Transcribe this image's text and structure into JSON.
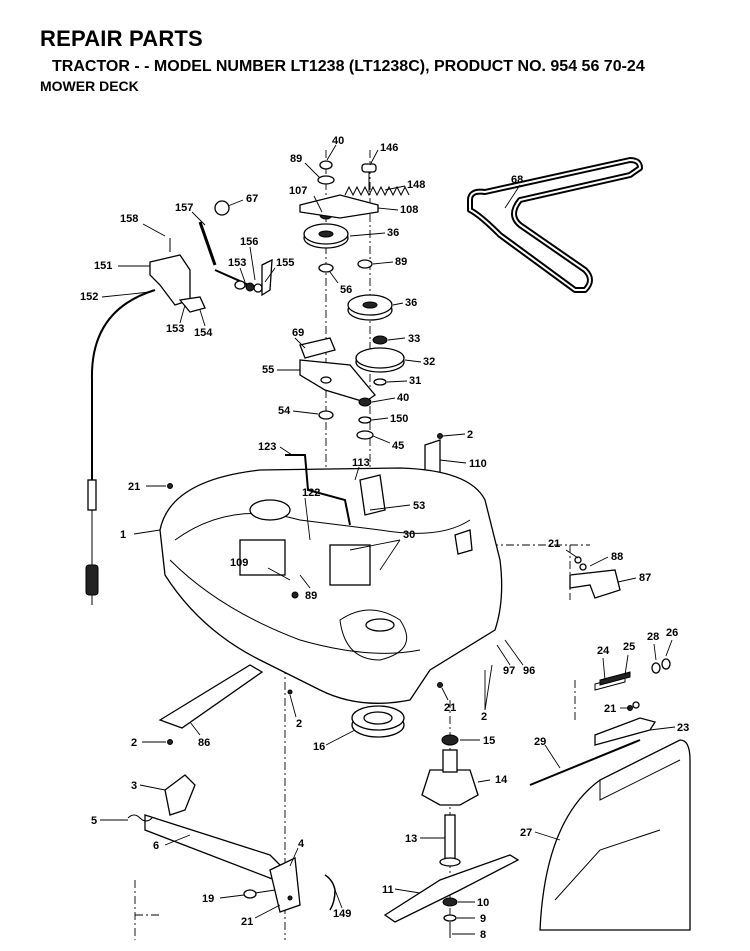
{
  "header": {
    "title": "REPAIR PARTS",
    "subtitle": "TRACTOR - - MODEL NUMBER LT1238 (LT1238C), PRODUCT NO. 954 56 70-24",
    "section": "MOWER DECK"
  },
  "callouts": {
    "c40a": "40",
    "c146": "146",
    "c89a": "89",
    "c148": "148",
    "c68": "68",
    "c107": "107",
    "c108": "108",
    "c67": "67",
    "c157": "157",
    "c158": "158",
    "c36a": "36",
    "c156": "156",
    "c151": "151",
    "c153a": "153",
    "c155": "155",
    "c89b": "89",
    "c56": "56",
    "c152": "152",
    "c153b": "153",
    "c154": "154",
    "c36b": "36",
    "c69": "69",
    "c33": "33",
    "c55": "55",
    "c32": "32",
    "c31": "31",
    "c40b": "40",
    "c54": "54",
    "c150": "150",
    "c45": "45",
    "c2a": "2",
    "c123": "123",
    "c113": "113",
    "c110": "110",
    "c21a": "21",
    "c122": "122",
    "c53": "53",
    "c1": "1",
    "c30": "30",
    "c21b": "21",
    "c88": "88",
    "c109": "109",
    "c87": "87",
    "c89c": "89",
    "c28": "28",
    "c26": "26",
    "c24": "24",
    "c25": "25",
    "c97": "97",
    "c96": "96",
    "c21c": "21",
    "c2b": "2",
    "c21d": "21",
    "c23": "23",
    "c2c": "2",
    "c86": "86",
    "c2d": "2",
    "c16": "16",
    "c15": "15",
    "c29": "29",
    "c3": "3",
    "c14": "14",
    "c5": "5",
    "c6": "6",
    "c27": "27",
    "c4": "4",
    "c13": "13",
    "c11": "11",
    "c19": "19",
    "c10": "10",
    "c21e": "21",
    "c149": "149",
    "c9": "9",
    "c8": "8"
  }
}
